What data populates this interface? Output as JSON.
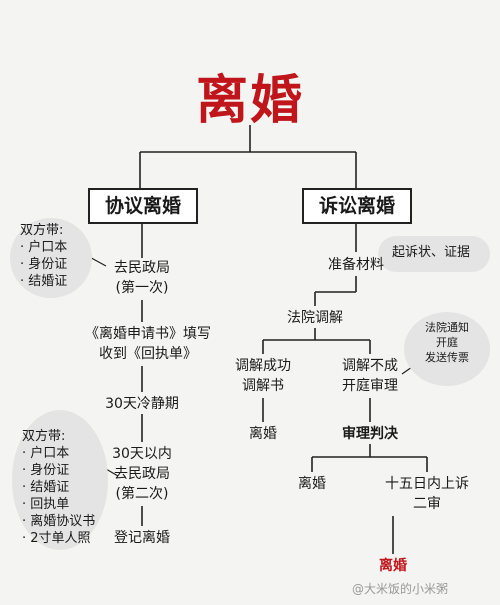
{
  "title": "离婚",
  "branches": {
    "agreement": "协议离婚",
    "litigation": "诉讼离婚"
  },
  "agreement_flow": {
    "step1": [
      "去民政局",
      "(第一次)"
    ],
    "step2": [
      "《离婚申请书》填写",
      "收到《回执单》"
    ],
    "step3": "30天冷静期",
    "step4": [
      "30天以内",
      "去民政局",
      "(第二次)"
    ],
    "step5": "登记离婚"
  },
  "bring_first": {
    "heading": "双方带:",
    "items": [
      "· 户口本",
      "· 身份证",
      "· 结婚证"
    ]
  },
  "bring_second": {
    "heading": "双方带:",
    "items": [
      "· 户口本",
      "· 身份证",
      "· 结婚证",
      "· 回执单",
      "· 离婚协议书",
      "· 2寸单人照"
    ]
  },
  "litigation_flow": {
    "prepare": "准备材料",
    "prepare_note": "起诉状、证据",
    "mediation": "法院调解",
    "success": [
      "调解成功",
      "调解书"
    ],
    "success_result": "离婚",
    "fail": [
      "调解不成",
      "开庭审理"
    ],
    "court_note": [
      "法院通知",
      "开庭",
      "发送传票"
    ],
    "trial": "审理判决",
    "trial_result": "离婚",
    "appeal": [
      "十五日内上诉",
      "二审"
    ],
    "final_result": "离婚"
  },
  "watermark": "@大米饭的小米粥"
}
